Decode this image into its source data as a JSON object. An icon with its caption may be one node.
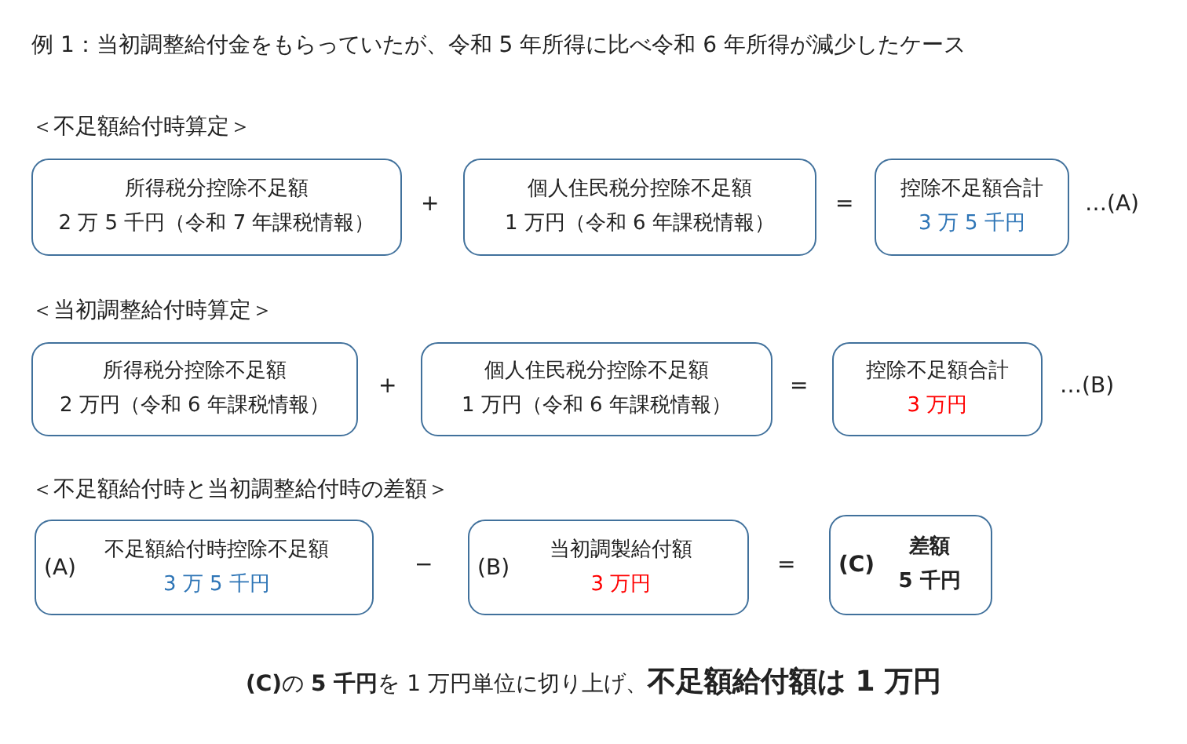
{
  "diagram": {
    "title": "例 1：当初調整給付金をもらっていたが、令和 5 年所得に比べ令和 6 年所得が減少したケース",
    "caption": "**(C)**の **5 千円**を 1 万円単位に切り上げ、**不足額給付額は 1 万円**",
    "nodes": [
      {
        "text": [
          "所得税分控除不足額",
          "2 万 5 千円（令和 7 年課税情報）"
        ]
      },
      {
        "text": [
          "個人住民税分控除不足額",
          "1 万円（令和 6 年課税情報）"
        ]
      },
      {
        "text": [
          "控除不足額合計",
          "3 万 5 千円"
        ]
      },
      {
        "text": [
          "所得税分控除不足額",
          "2 万円（令和 6 年課税情報）"
        ]
      },
      {
        "text": [
          "個人住民税分控除不足額",
          "1 万円（令和 6 年課税情報）"
        ]
      },
      {
        "text": [
          "控除不足額合計",
          "3 万円"
        ]
      },
      {
        "text": [
          "(A)",
          "不足額給付時控除不足額",
          "3 万 5 千円"
        ]
      },
      {
        "text": [
          "(B)",
          "当初調製給付額",
          "3 万円"
        ]
      },
      {
        "text": [
          "(C)",
          "差額",
          "5 千円"
        ]
      }
    ],
    "labels": [
      "＜不足額給付時算定＞",
      "+",
      "=",
      "…(A)",
      "＜当初調整給付時算定＞",
      "+",
      "=",
      "…(B)",
      "＜不足額給付時と当初調整給付時の差額＞",
      "−",
      "="
    ]
  }
}
